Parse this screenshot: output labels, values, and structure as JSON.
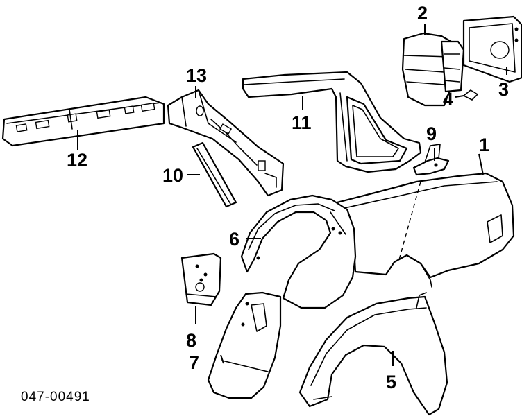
{
  "diagram": {
    "callouts": [
      {
        "id": "1",
        "label": "1"
      },
      {
        "id": "2",
        "label": "2"
      },
      {
        "id": "3",
        "label": "3"
      },
      {
        "id": "4",
        "label": "4"
      },
      {
        "id": "5",
        "label": "5"
      },
      {
        "id": "6",
        "label": "6"
      },
      {
        "id": "7",
        "label": "7"
      },
      {
        "id": "8",
        "label": "8"
      },
      {
        "id": "9",
        "label": "9"
      },
      {
        "id": "10",
        "label": "10"
      },
      {
        "id": "11",
        "label": "11"
      },
      {
        "id": "12",
        "label": "12"
      },
      {
        "id": "13",
        "label": "13"
      }
    ],
    "part_code": "047-00491"
  }
}
